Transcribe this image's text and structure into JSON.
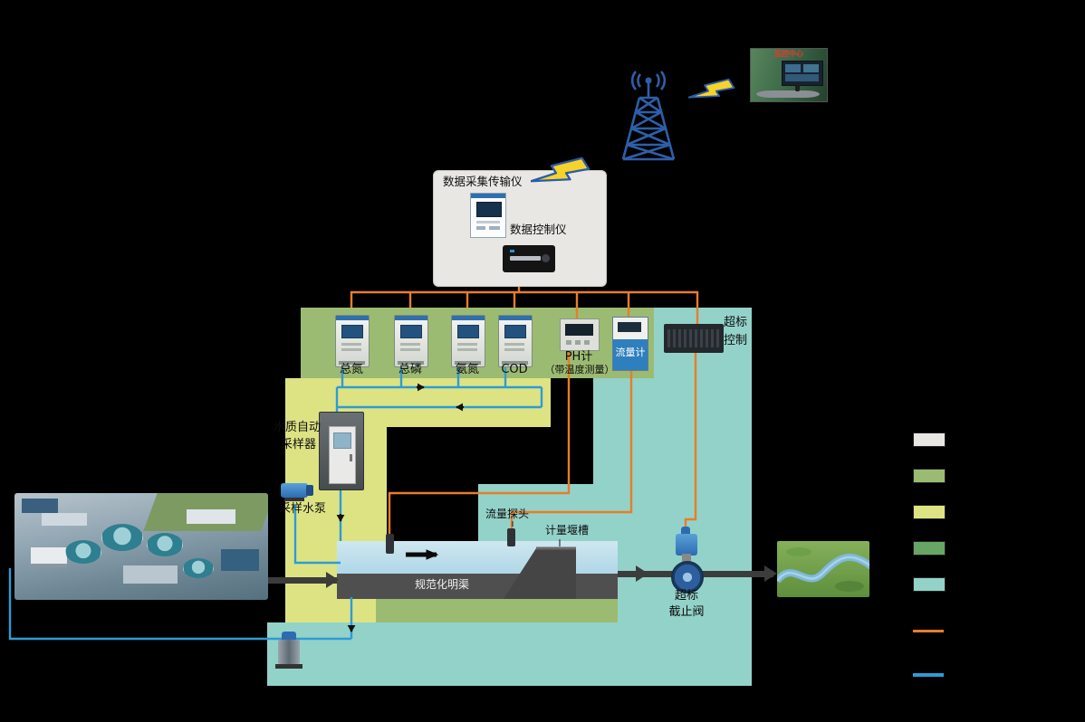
{
  "icons": {
    "tower": "radio-tower-icon",
    "lightning": "lightning-bolt-icon"
  },
  "colors": {
    "background": "#000000",
    "band_green": "#9cbb72",
    "band_yellow": "#dde383",
    "band_teal": "#93d2c9",
    "band_dark_green": "#67a565",
    "panel_gray": "#e9e7e3",
    "line_orange": "#e87d2a",
    "line_blue": "#2e9bd6",
    "tower_blue": "#2d5fa8",
    "pipe_dark": "#3c3c3c"
  },
  "monitoring_center": {
    "label": "监控中心"
  },
  "data_panel": {
    "collector_label": "数据采集传输仪",
    "controller_label": "数据控制仪"
  },
  "analyzers": [
    {
      "label": "总氮"
    },
    {
      "label": "总磷"
    },
    {
      "label": "氨氮"
    },
    {
      "label": "COD"
    }
  ],
  "ph_meter": {
    "label": "PH计",
    "sub_label": "（带温度测量）"
  },
  "flow_meter": {
    "label": "流量计"
  },
  "overflow_controller": {
    "line1": "超标",
    "line2": "控制"
  },
  "sampler": {
    "line1": "水质自动",
    "line2": "采样器"
  },
  "sampling_pump": {
    "label": "采样水泵"
  },
  "channel": {
    "name": "规范化明渠",
    "flow_probe_label": "流量探头",
    "weir_label": "计量堰槽"
  },
  "shutoff_valve": {
    "line1": "超标",
    "line2": "截止阀"
  },
  "legend": {
    "items": [
      {
        "name": "panel-gray",
        "color": "#e9e7e3",
        "type": "box"
      },
      {
        "name": "band-green",
        "color": "#9cbb72",
        "type": "box"
      },
      {
        "name": "band-yellow",
        "color": "#dde383",
        "type": "box"
      },
      {
        "name": "band-dark-green",
        "color": "#67a565",
        "type": "box"
      },
      {
        "name": "band-teal",
        "color": "#93d2c9",
        "type": "box"
      },
      {
        "name": "line-orange",
        "color": "#e87d2a",
        "type": "line"
      },
      {
        "name": "line-blue",
        "color": "#2e9bd6",
        "type": "line"
      }
    ]
  }
}
